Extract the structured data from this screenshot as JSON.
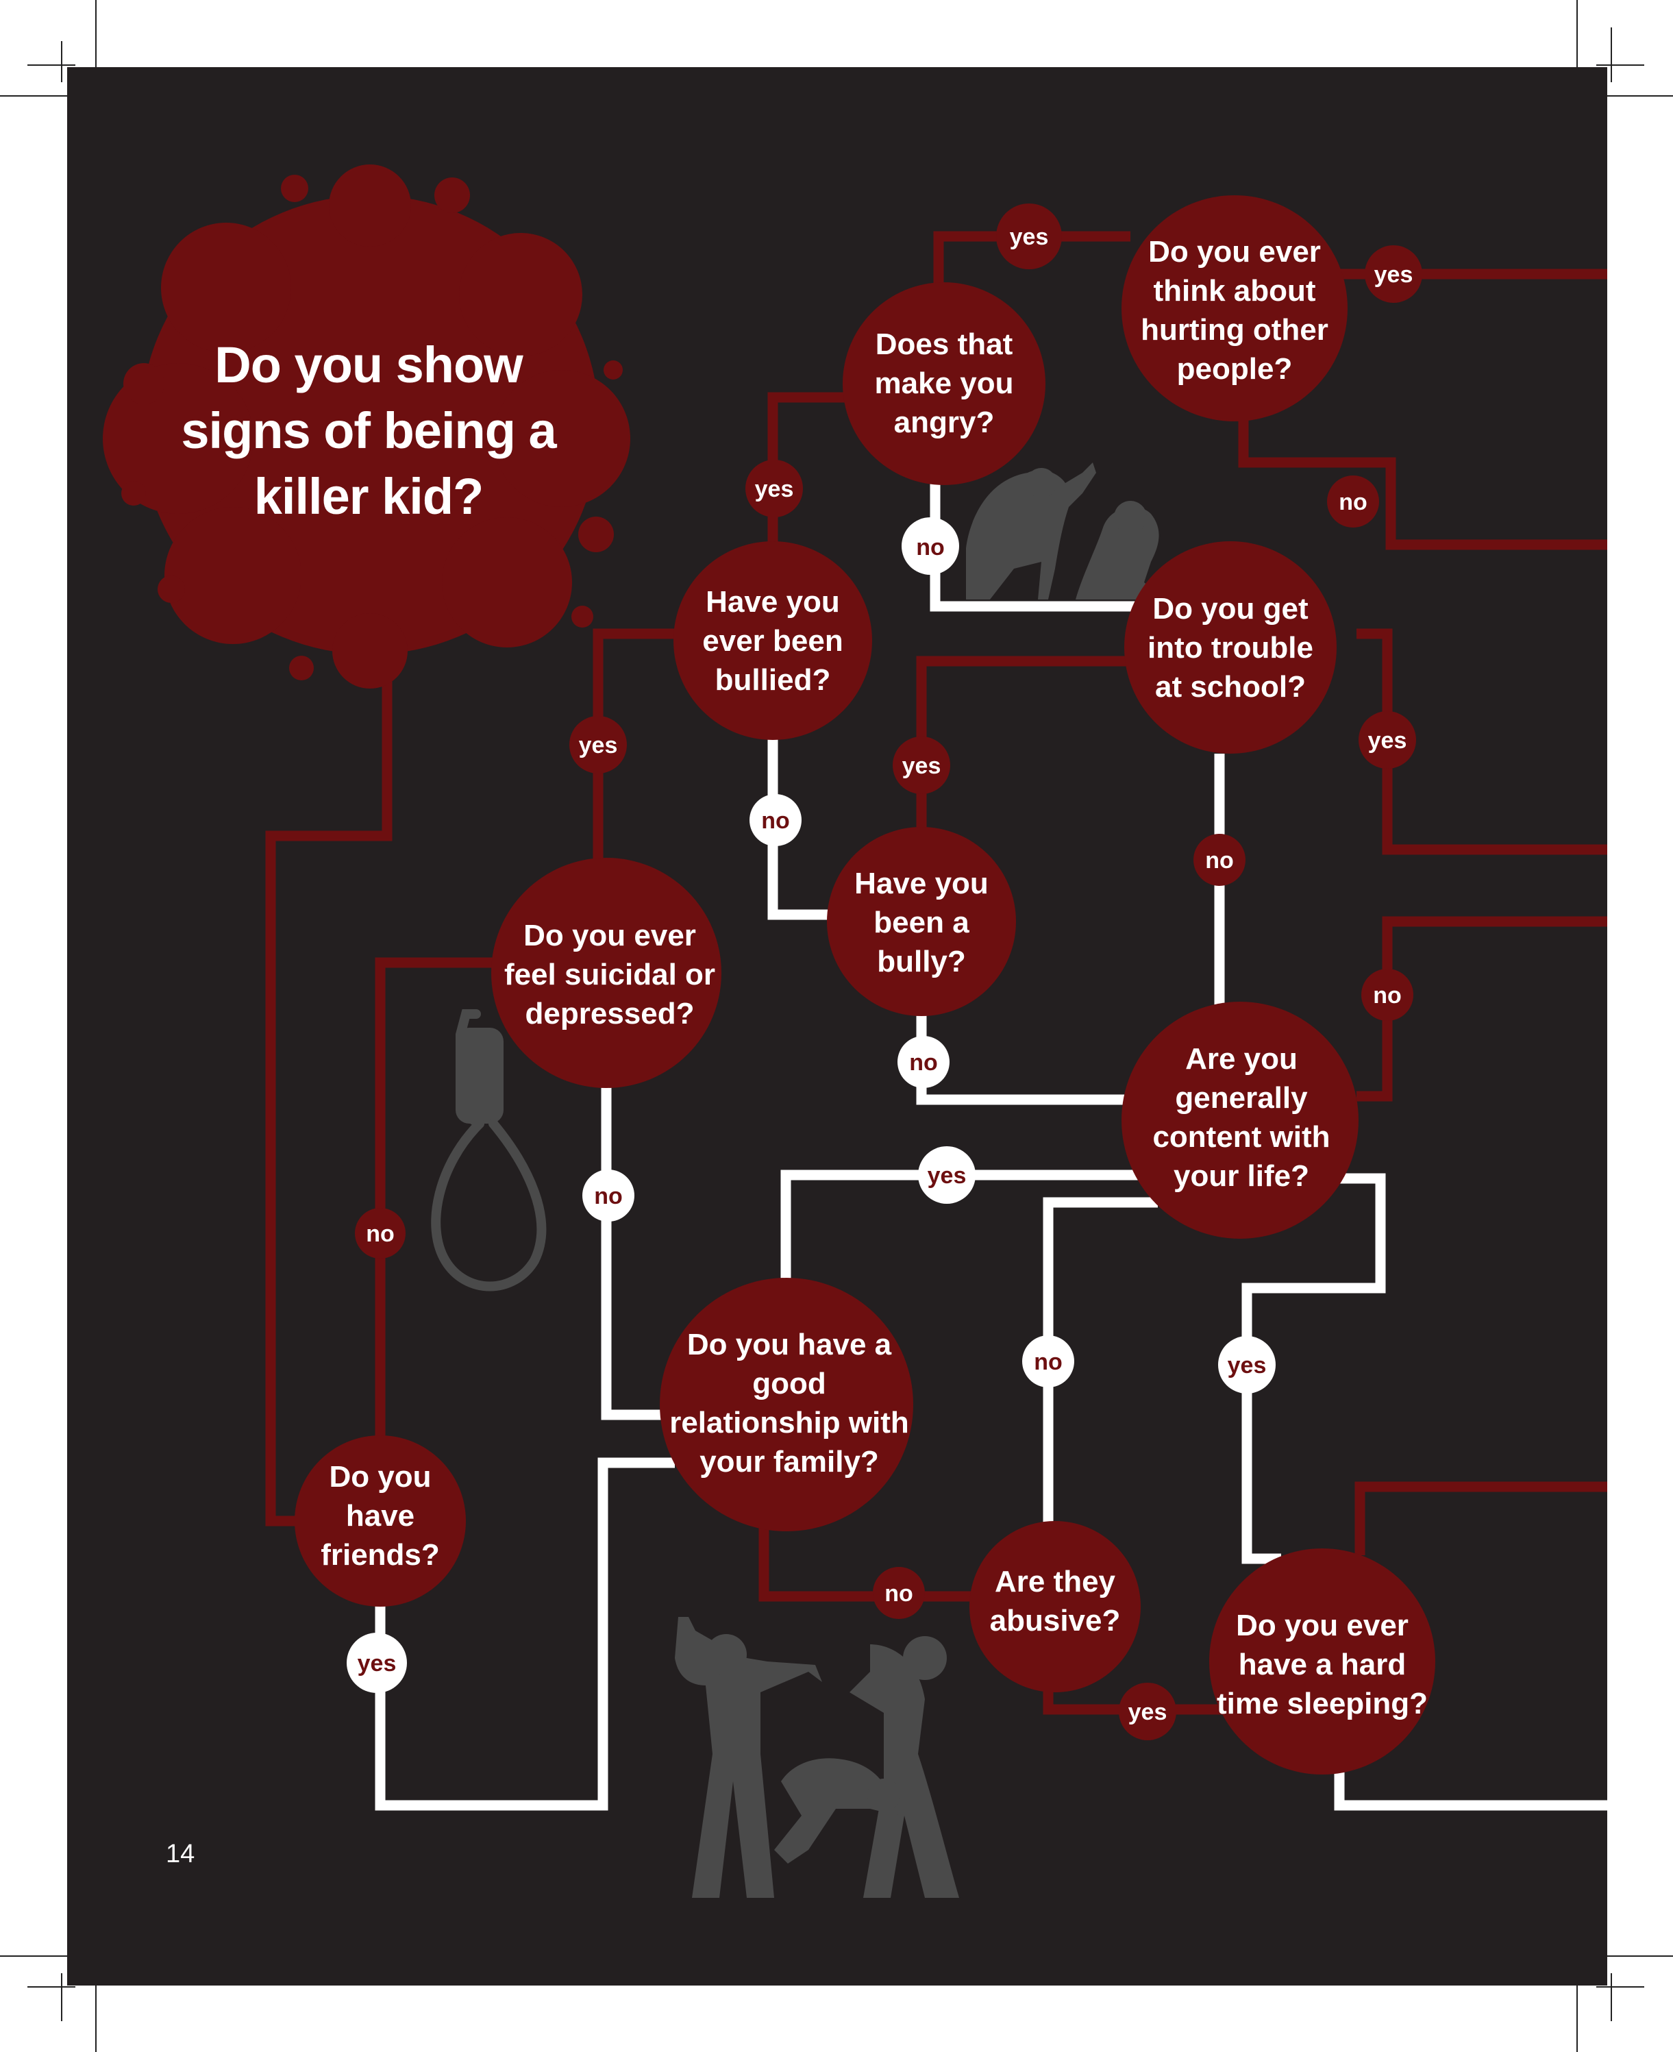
{
  "title": {
    "lines": [
      "Do you show",
      "signs of being a",
      "killer kid?"
    ]
  },
  "page_number": "14",
  "colors": {
    "background": "#231f20",
    "node": "#6d0f10",
    "red_line": "#6d0f10",
    "white_line": "#ffffff",
    "silhouette": "#4a4a4a",
    "crop_marks": "#222222"
  },
  "questions": {
    "friends": [
      "Do you",
      "have",
      "friends?"
    ],
    "suicidal": [
      "Do you ever",
      "feel suicidal or",
      "depressed?"
    ],
    "bullied": [
      "Have you",
      "ever been",
      "bullied?"
    ],
    "angry": [
      "Does that",
      "make you",
      "angry?"
    ],
    "hurting": [
      "Do you ever",
      "think about",
      "hurting other",
      "people?"
    ],
    "trouble": [
      "Do you get",
      "into trouble",
      "at school?"
    ],
    "bully": [
      "Have you",
      "been a",
      "bully?"
    ],
    "content": [
      "Are you",
      "generally",
      "content with",
      "your life?"
    ],
    "family": [
      "Do you have a",
      "good",
      "relationship with",
      "your family?"
    ],
    "abusive": [
      "Are they",
      "abusive?"
    ],
    "sleeping": [
      "Do you ever",
      "have a hard",
      "time sleeping?"
    ]
  },
  "answers": {
    "friends_no": "no",
    "friends_yes": "yes",
    "suicidal_yes": "yes",
    "suicidal_no": "no",
    "bullied_yes": "yes",
    "bullied_no": "no",
    "angry_yes": "yes",
    "angry_no": "no",
    "hurting_yes": "yes",
    "hurting_no": "no",
    "trouble_yes": "yes",
    "trouble_no": "no",
    "bully_yes": "yes",
    "bully_no": "no",
    "content_yes": "yes",
    "content_no": "no",
    "content_yes2": "yes",
    "family_no": "no",
    "abusive_no": "no",
    "abusive_yes": "yes"
  },
  "illustrations": [
    "noose-silhouette",
    "attacker-silhouette",
    "family-violence-silhouette"
  ]
}
